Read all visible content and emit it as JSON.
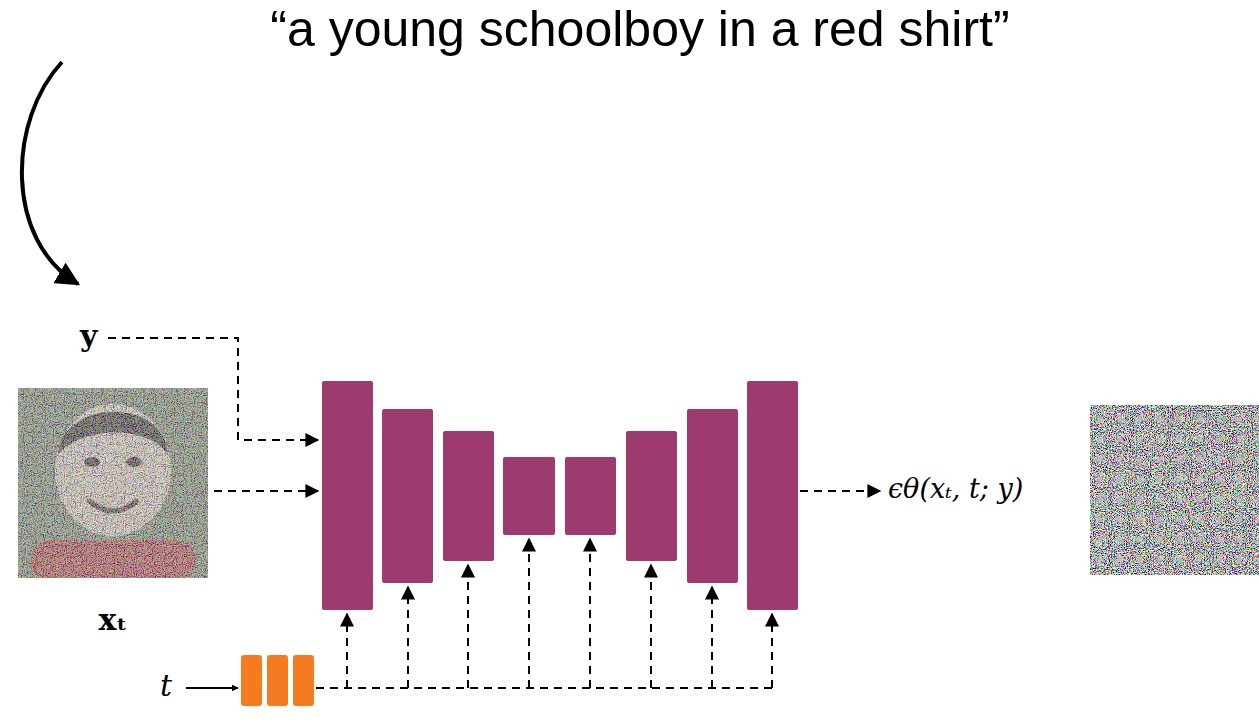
{
  "diagram": {
    "title": "“a young schoolboy in a red shirt”",
    "nodes": [
      {
        "text": [
          "xₜ"
        ]
      }
    ],
    "labels": [
      "y",
      "t",
      "ϵθ(xₜ, t; y)"
    ]
  }
}
